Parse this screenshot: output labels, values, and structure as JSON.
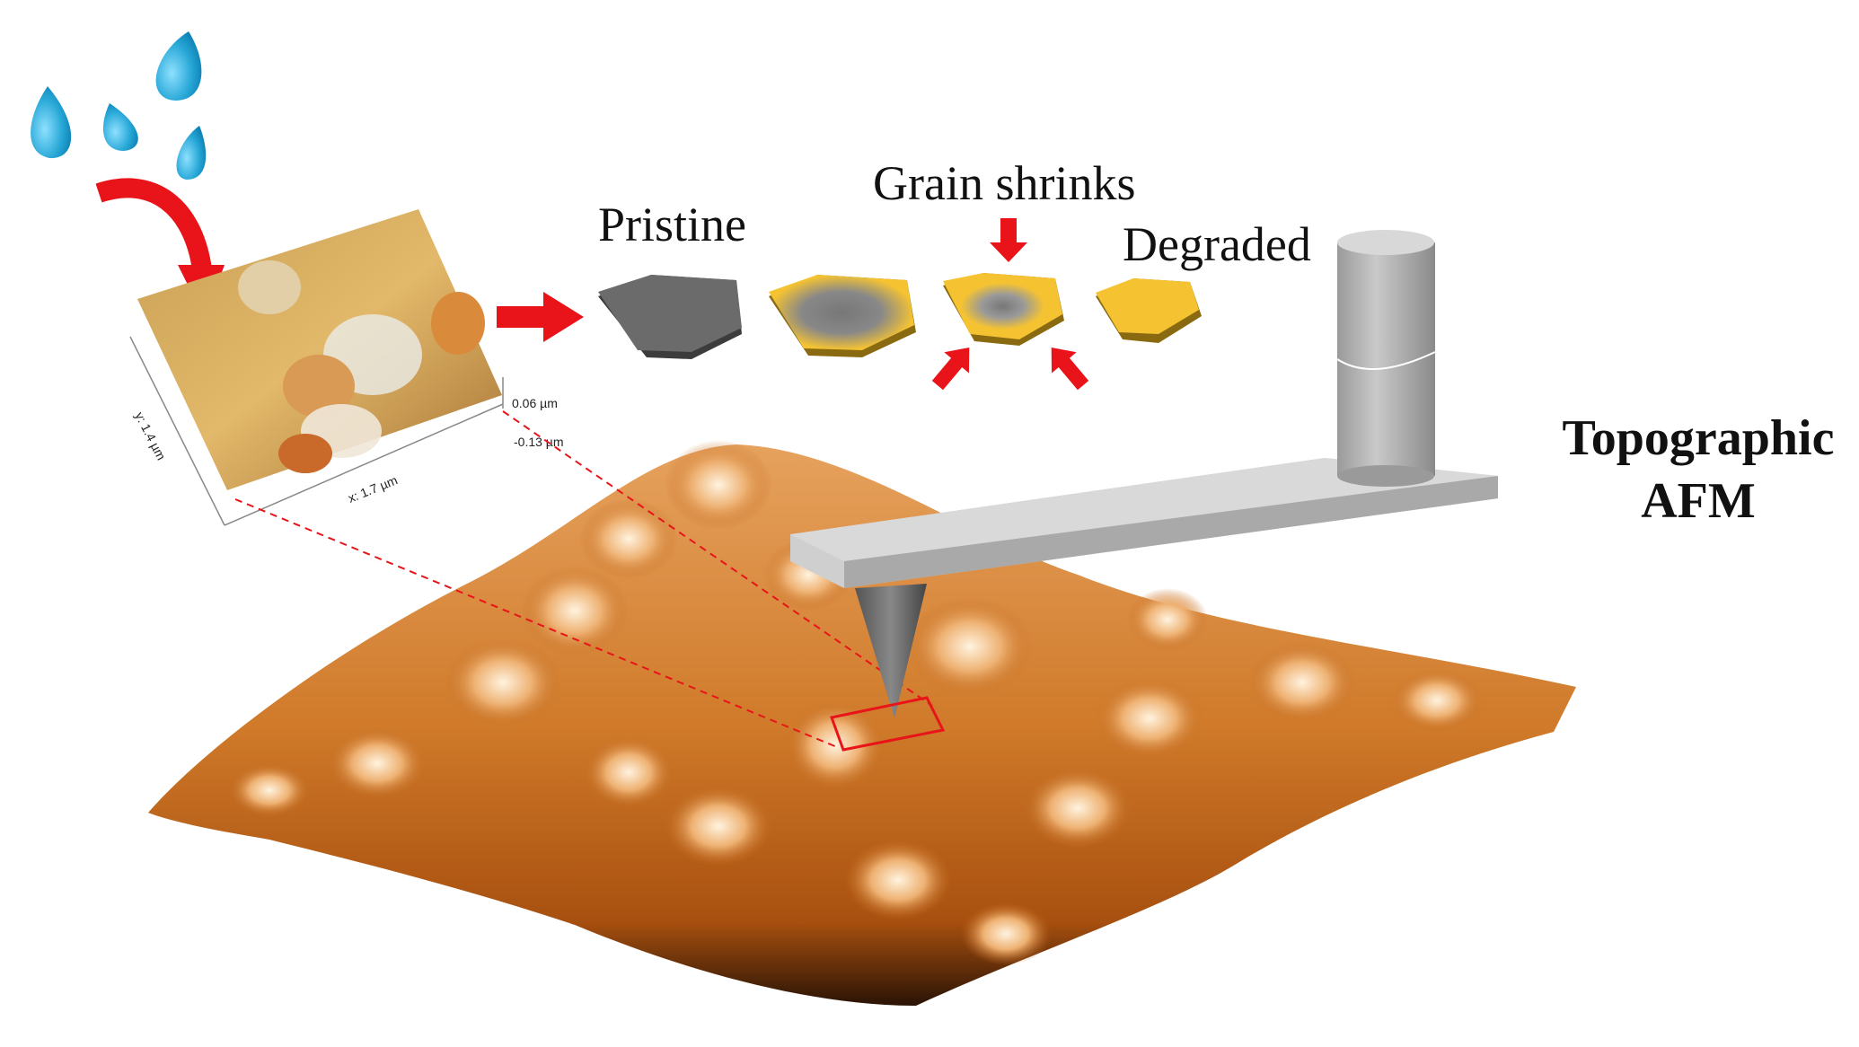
{
  "labels": {
    "pristine": "Pristine",
    "grain_shrinks": "Grain shrinks",
    "degraded": "Degraded",
    "technique_line1": "Topographic",
    "technique_line2": "AFM"
  },
  "inset_axes": {
    "z_max": "0.06 µm",
    "z_min": "-0.13 µm",
    "x_range": "x: 1.7 µm",
    "y_range": "y: 1.4 µm"
  },
  "colors": {
    "water": "#29a9d8",
    "arrow": "#e8141a",
    "grain_pristine": "#6b6b6b",
    "grain_degraded": "#f5c332",
    "surface_light": "#f6d6a8",
    "surface_dark": "#b85a14",
    "afm_gray": "#bdbdbd"
  }
}
